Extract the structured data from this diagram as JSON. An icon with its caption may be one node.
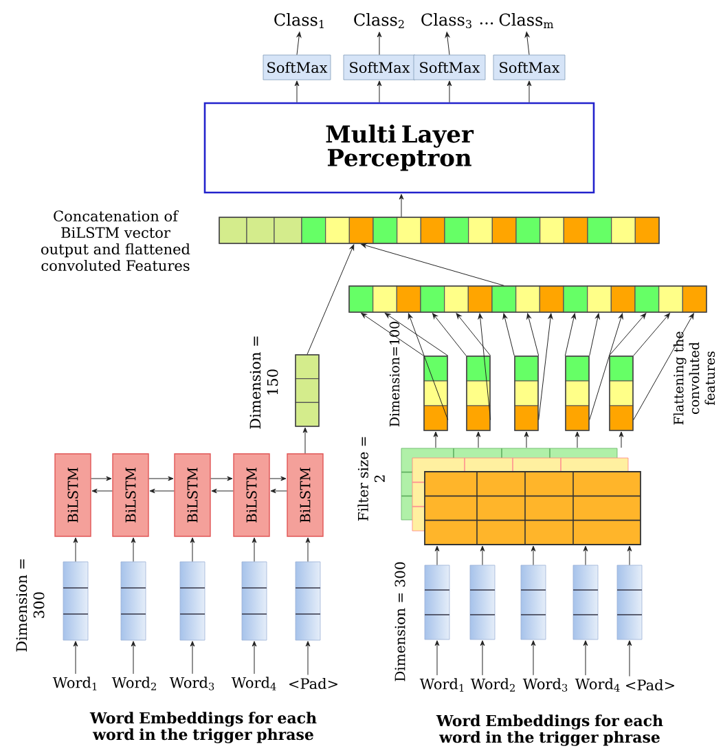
{
  "diagram": {
    "nodes": [
      {
        "text": [
          "Class$_{1}$"
        ]
      },
      {
        "text": [
          "Class$_{2}$"
        ]
      },
      {
        "text": [
          "Class$_{3}$"
        ]
      },
      {
        "text": [
          "Class$_{m}$"
        ]
      },
      {
        "text": [
          "SoftMax"
        ]
      },
      {
        "text": [
          "SoftMax"
        ]
      },
      {
        "text": [
          "SoftMax"
        ]
      },
      {
        "text": [
          "SoftMax"
        ]
      },
      {
        "text": [
          "Multi Layer Perceptron"
        ]
      },
      {
        "text": [],
        "shape": "bar",
        "beside": [
          "Concatenation of BiLSTM vector output and flattened convoluted Features"
        ]
      },
      {
        "text": [],
        "shape": "bar"
      },
      {
        "text": [],
        "shape": "bar",
        "beside": [
          "Dimension = 150"
        ]
      },
      {
        "text": [],
        "shape": "bar"
      },
      {
        "text": [],
        "shape": "bar"
      },
      {
        "text": [],
        "shape": "bar"
      },
      {
        "text": [],
        "shape": "bar"
      },
      {
        "text": [],
        "shape": "bar"
      },
      {
        "text": [],
        "shape": "box"
      },
      {
        "text": [
          "BiLSTM"
        ]
      },
      {
        "text": [
          "BiLSTM"
        ]
      },
      {
        "text": [
          "BiLSTM"
        ]
      },
      {
        "text": [
          "BiLSTM"
        ]
      },
      {
        "text": [
          "BiLSTM"
        ]
      },
      {
        "text": [],
        "shape": "bar"
      },
      {
        "text": [],
        "shape": "bar"
      },
      {
        "text": [],
        "shape": "bar"
      },
      {
        "text": [],
        "shape": "bar"
      },
      {
        "text": [],
        "shape": "bar"
      },
      {
        "text": [],
        "shape": "bar"
      },
      {
        "text": [],
        "shape": "bar"
      },
      {
        "text": [],
        "shape": "bar"
      },
      {
        "text": [],
        "shape": "bar"
      },
      {
        "text": [],
        "shape": "bar"
      },
      {
        "text": [
          "Word$_{1}$"
        ]
      },
      {
        "text": [
          "Word$_{2}$"
        ]
      },
      {
        "text": [
          "Word$_{3}$"
        ]
      },
      {
        "text": [
          "Word$_{4}$"
        ]
      },
      {
        "text": [
          "<Pad>"
        ]
      },
      {
        "text": [
          "Word$_{1}$"
        ]
      },
      {
        "text": [
          "Word$_{2}$"
        ]
      },
      {
        "text": [
          "Word$_{3}$"
        ]
      },
      {
        "text": [
          "Word$_{4}$"
        ]
      },
      {
        "text": [
          "<Pad>"
        ]
      }
    ],
    "edges": [
      {
        "from": 4,
        "to": 0,
        "arrow": "to"
      },
      {
        "from": 5,
        "to": 1,
        "arrow": "to"
      },
      {
        "from": 6,
        "to": 2,
        "arrow": "to"
      },
      {
        "from": 7,
        "to": 3,
        "arrow": "to"
      },
      {
        "from": 8,
        "to": 4,
        "arrow": "to"
      },
      {
        "from": 8,
        "to": 5,
        "arrow": "to"
      },
      {
        "from": 8,
        "to": 6,
        "arrow": "to"
      },
      {
        "from": 8,
        "to": 7,
        "arrow": "to"
      },
      {
        "from": 9,
        "to": 8,
        "arrow": "to"
      },
      {
        "from": 11,
        "to": 9,
        "arrow": "to"
      },
      {
        "from": 10,
        "to": 9,
        "arrow": "to"
      },
      {
        "from": 12,
        "to": 10,
        "arrow": "to"
      },
      {
        "from": 12,
        "to": 10,
        "arrow": "to"
      },
      {
        "from": 12,
        "to": 10,
        "arrow": "to"
      },
      {
        "from": 13,
        "to": 10,
        "arrow": "to"
      },
      {
        "from": 13,
        "to": 10,
        "arrow": "to"
      },
      {
        "from": 13,
        "to": 10,
        "arrow": "to"
      },
      {
        "from": 14,
        "to": 10,
        "arrow": "to"
      },
      {
        "from": 14,
        "to": 10,
        "arrow": "to"
      },
      {
        "from": 14,
        "to": 10,
        "arrow": "to"
      },
      {
        "from": 15,
        "to": 10,
        "arrow": "to"
      },
      {
        "from": 15,
        "to": 10,
        "arrow": "to"
      },
      {
        "from": 15,
        "to": 10,
        "arrow": "to"
      },
      {
        "from": 16,
        "to": 10,
        "arrow": "to"
      },
      {
        "from": 16,
        "to": 10,
        "arrow": "to"
      },
      {
        "from": 16,
        "to": 10,
        "arrow": "to"
      },
      {
        "from": 17,
        "to": 12,
        "arrow": "to"
      },
      {
        "from": 17,
        "to": 13,
        "arrow": "to"
      },
      {
        "from": 17,
        "to": 14,
        "arrow": "to"
      },
      {
        "from": 17,
        "to": 15,
        "arrow": "to"
      },
      {
        "from": 17,
        "to": 16,
        "arrow": "to"
      },
      {
        "from": 28,
        "to": 17,
        "arrow": "to"
      },
      {
        "from": 29,
        "to": 17,
        "arrow": "to"
      },
      {
        "from": 30,
        "to": 17,
        "arrow": "to"
      },
      {
        "from": 31,
        "to": 17,
        "arrow": "to"
      },
      {
        "from": 32,
        "to": 17,
        "arrow": "to"
      },
      {
        "from": 38,
        "to": 28,
        "arrow": "to"
      },
      {
        "from": 39,
        "to": 29,
        "arrow": "to"
      },
      {
        "from": 40,
        "to": 30,
        "arrow": "to"
      },
      {
        "from": 41,
        "to": 31,
        "arrow": "to"
      },
      {
        "from": 42,
        "to": 32,
        "arrow": "to"
      },
      {
        "from": 33,
        "to": 23,
        "arrow": "to"
      },
      {
        "from": 34,
        "to": 24,
        "arrow": "to"
      },
      {
        "from": 35,
        "to": 25,
        "arrow": "to"
      },
      {
        "from": 36,
        "to": 26,
        "arrow": "to"
      },
      {
        "from": 37,
        "to": 27,
        "arrow": "to"
      },
      {
        "from": 23,
        "to": 18,
        "arrow": "to"
      },
      {
        "from": 24,
        "to": 19,
        "arrow": "to"
      },
      {
        "from": 25,
        "to": 20,
        "arrow": "to"
      },
      {
        "from": 26,
        "to": 21,
        "arrow": "to"
      },
      {
        "from": 27,
        "to": 22,
        "arrow": "to"
      },
      {
        "from": 18,
        "to": 19,
        "arrow": "to"
      },
      {
        "from": 19,
        "to": 18,
        "arrow": "to"
      },
      {
        "from": 19,
        "to": 20,
        "arrow": "to"
      },
      {
        "from": 20,
        "to": 19,
        "arrow": "to"
      },
      {
        "from": 20,
        "to": 21,
        "arrow": "to"
      },
      {
        "from": 21,
        "to": 20,
        "arrow": "to"
      },
      {
        "from": 21,
        "to": 22,
        "arrow": "to"
      },
      {
        "from": 22,
        "to": 21,
        "arrow": "to"
      },
      {
        "from": 22,
        "to": 11,
        "arrow": "to"
      }
    ],
    "labels": [
      "...",
      "Dimension=100",
      "Flattening the convoluted features",
      "Filter size = 2",
      "Dimension = 300",
      "Dimension = 300",
      "Word Embeddings for each word in the trigger phrase",
      "Word Embeddings for each word in the trigger phrase"
    ]
  }
}
